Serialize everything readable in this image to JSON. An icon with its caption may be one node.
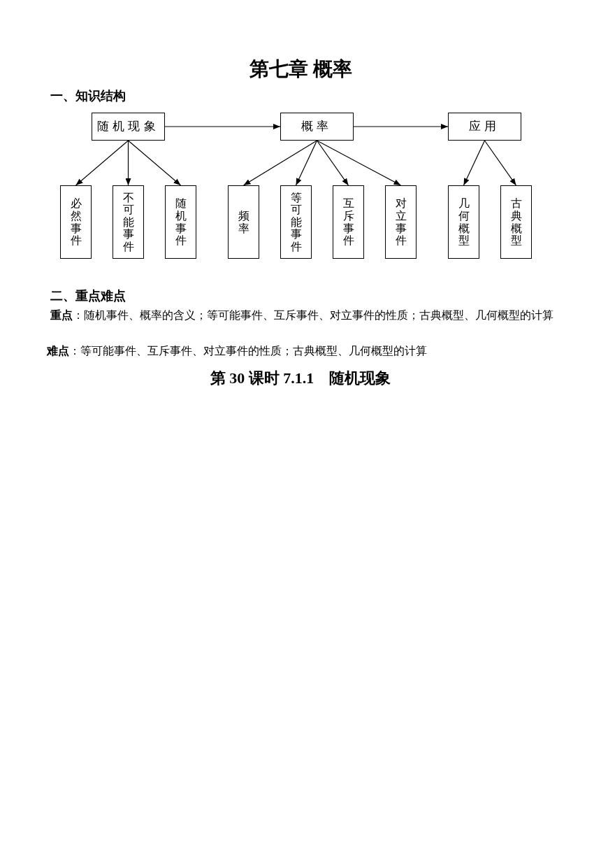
{
  "diagram": {
    "title": "第七章 概率",
    "nodes": [
      {
        "text": [
          "随机现象"
        ]
      },
      {
        "text": [
          "概率"
        ]
      },
      {
        "text": [
          "应用"
        ]
      },
      {
        "text": [
          "必然事件"
        ]
      },
      {
        "text": [
          "不可能事件"
        ]
      },
      {
        "text": [
          "随机事件"
        ]
      },
      {
        "text": [
          "频率"
        ]
      },
      {
        "text": [
          "等可能事件"
        ]
      },
      {
        "text": [
          "互斥事件"
        ]
      },
      {
        "text": [
          "对立事件"
        ]
      },
      {
        "text": [
          "几何概型"
        ]
      },
      {
        "text": [
          "古典概型"
        ]
      }
    ],
    "edges": [
      {
        "from": 0,
        "to": 1,
        "arrow": "to"
      },
      {
        "from": 1,
        "to": 2,
        "arrow": "to"
      },
      {
        "from": 0,
        "to": 3,
        "arrow": "to"
      },
      {
        "from": 0,
        "to": 4,
        "arrow": "to"
      },
      {
        "from": 0,
        "to": 5,
        "arrow": "to"
      },
      {
        "from": 1,
        "to": 6,
        "arrow": "to"
      },
      {
        "from": 1,
        "to": 7,
        "arrow": "to"
      },
      {
        "from": 1,
        "to": 8,
        "arrow": "to"
      },
      {
        "from": 1,
        "to": 9,
        "arrow": "to"
      },
      {
        "from": 2,
        "to": 10,
        "arrow": "to"
      },
      {
        "from": 2,
        "to": 11,
        "arrow": "to"
      }
    ],
    "labels": [
      "一、知识结构",
      "二、重点难点",
      "**重点**：随机事件、概率的含义；等可能事件、互斥事件、对立事件的性质；古典概型、几何概型的计算",
      "**难点**：等可能事件、互斥事件、对立事件的性质；古典概型、几何概型的计算",
      "第 30 课时 7.1.1　随机现象"
    ]
  }
}
